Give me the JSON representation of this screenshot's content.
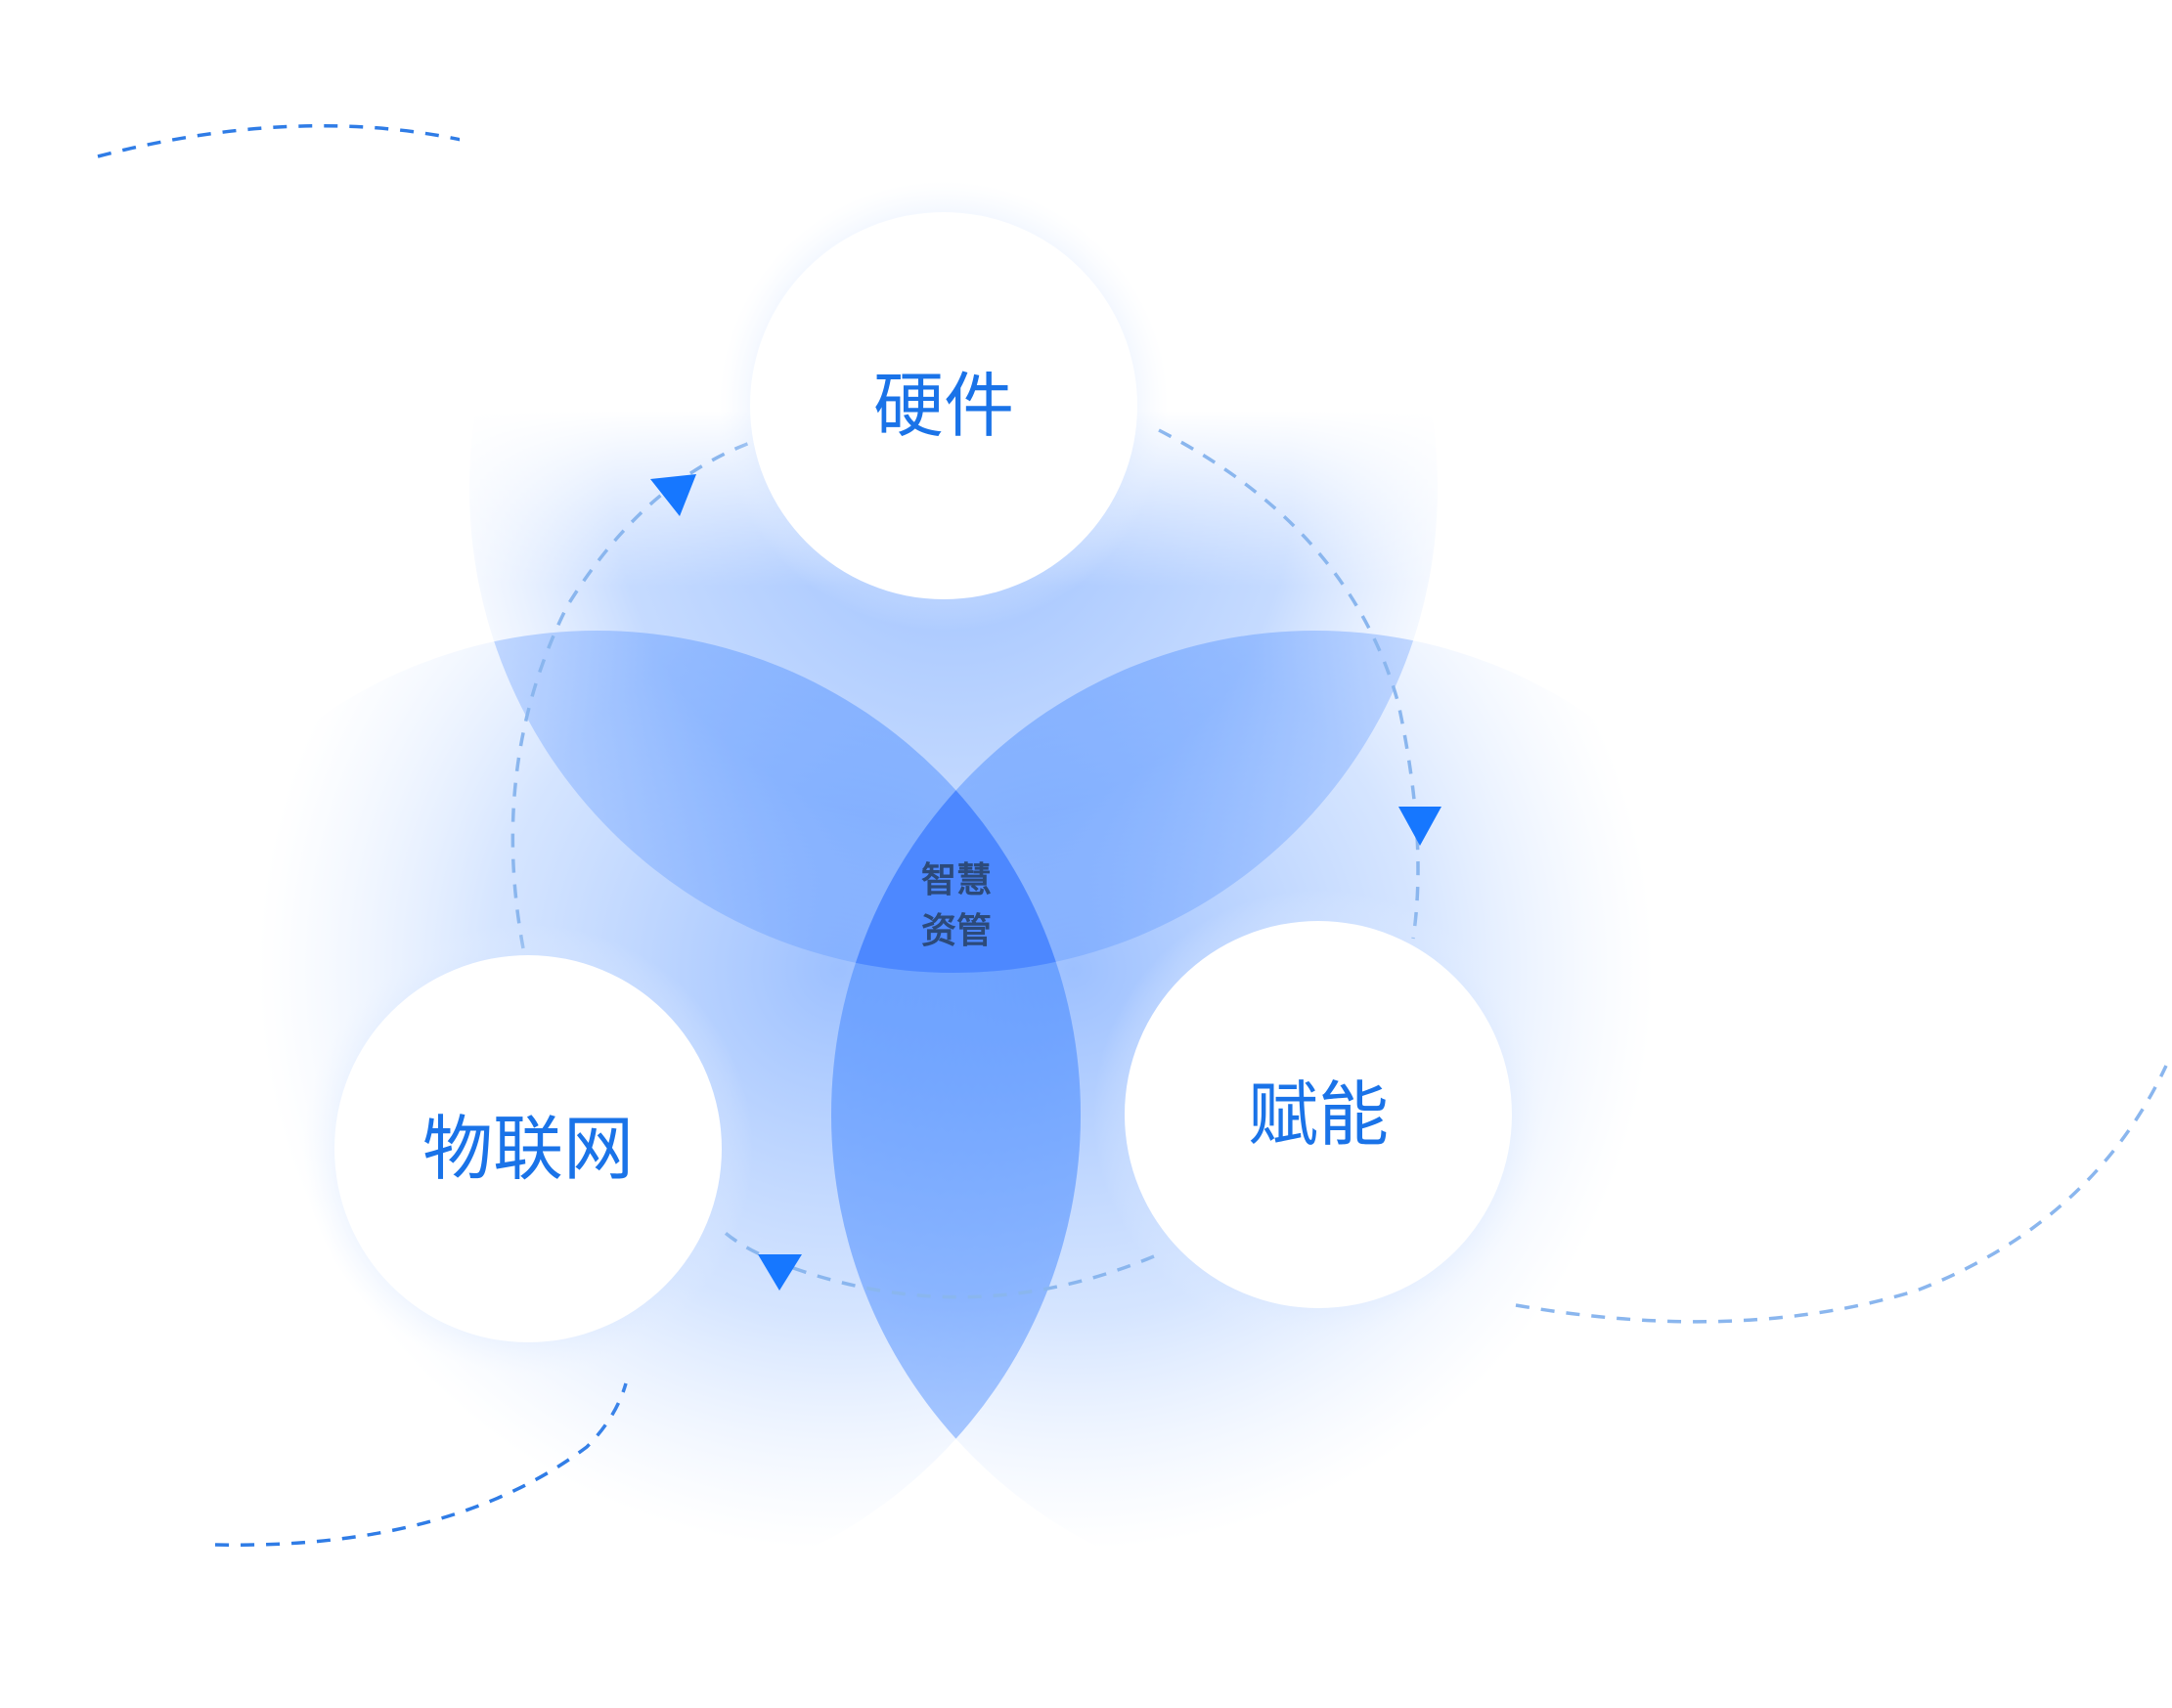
{
  "diagram": {
    "center": {
      "line1": "智慧",
      "line2": "资管"
    },
    "nodes": [
      {
        "id": "hardware",
        "label": "硬件"
      },
      {
        "id": "empower",
        "label": "赋能"
      },
      {
        "id": "iot",
        "label": "物联网"
      }
    ],
    "colors": {
      "accent": "#1a73e8",
      "arrow": "#1677ff",
      "dash_dark": "#2f7ce6",
      "dash_light": "#8ab6ee",
      "petal": "#4d8dff",
      "center_text": "#2c4a7a"
    }
  }
}
